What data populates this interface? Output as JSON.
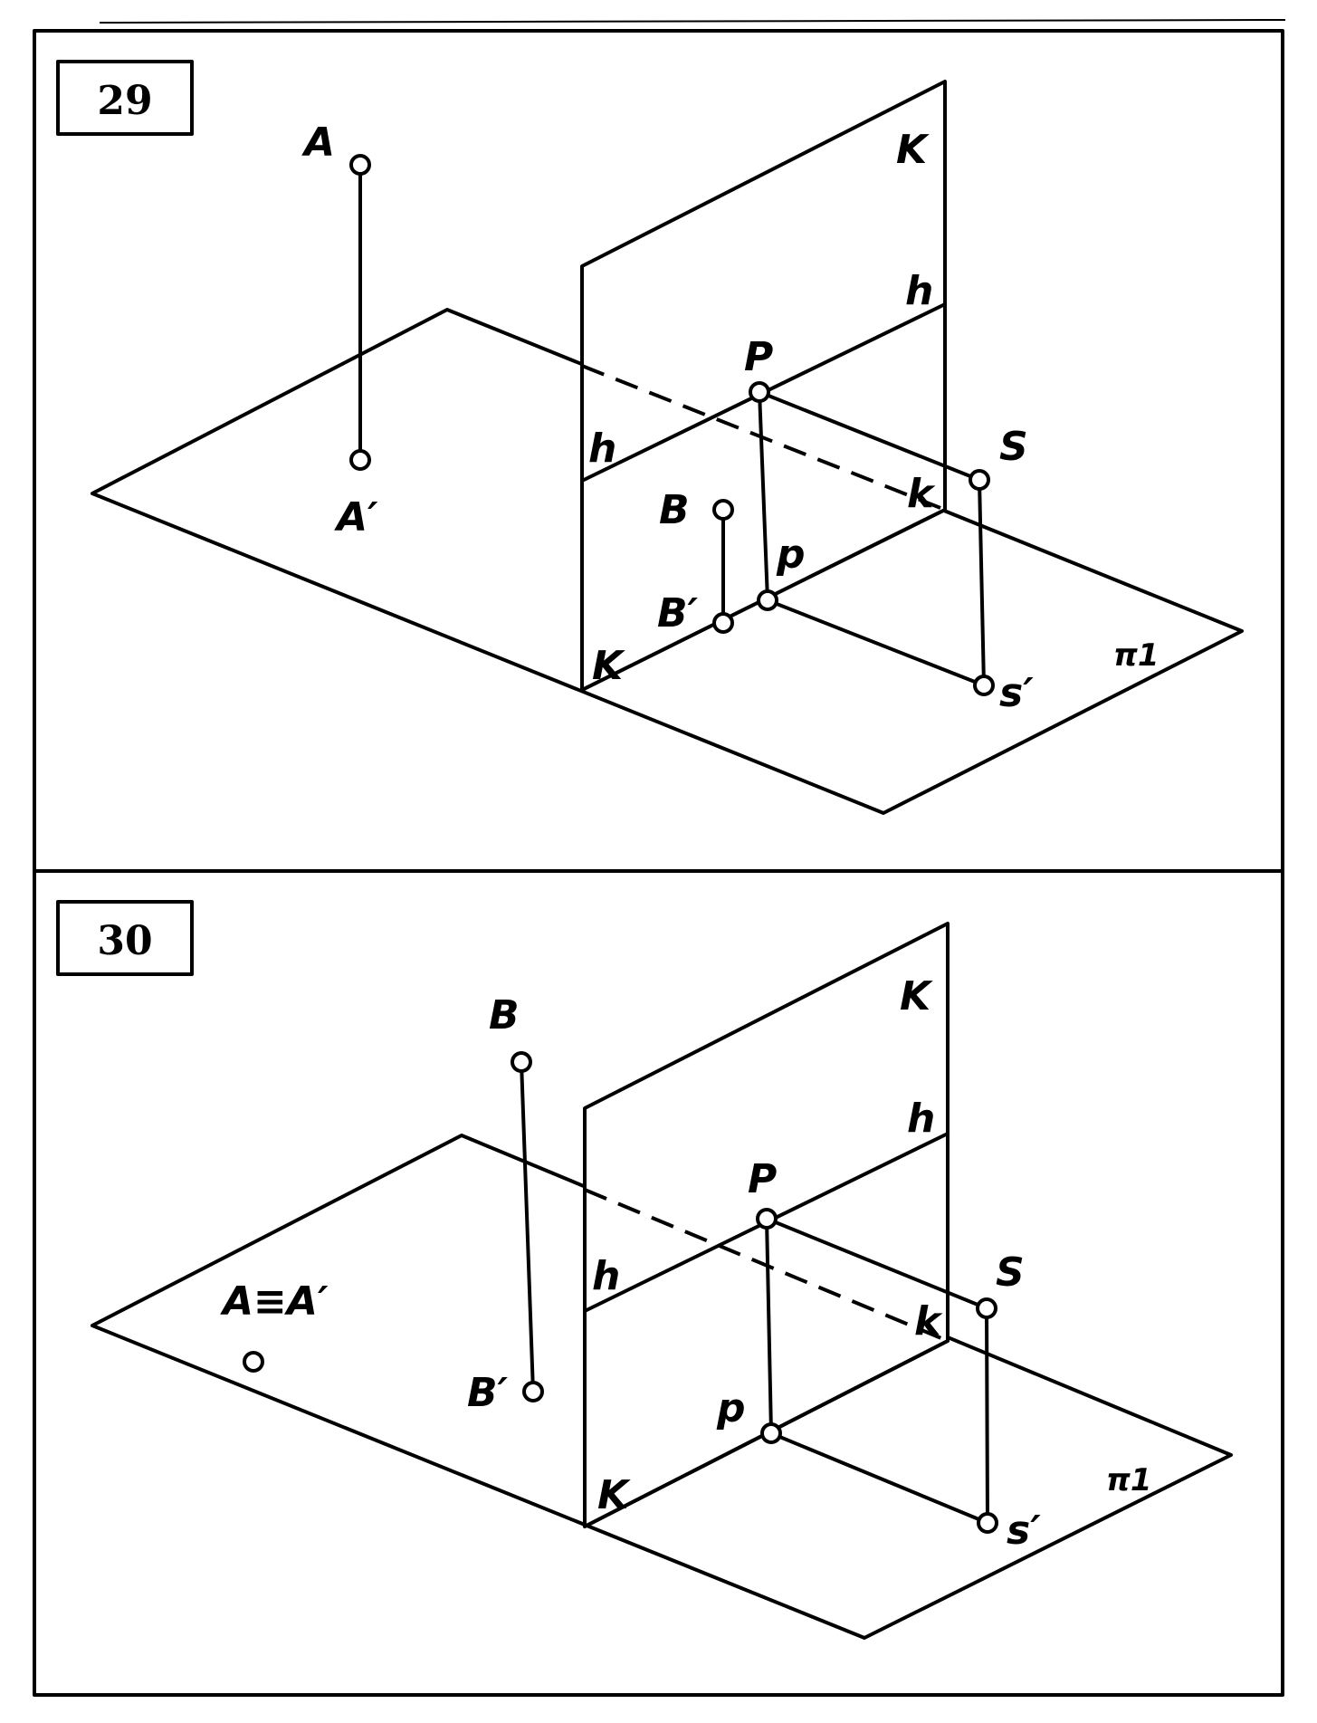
{
  "figures": [
    {
      "number": "29",
      "labels": {
        "A": "A",
        "A_prime": "A′",
        "B": "B",
        "B_prime": "B′",
        "P": "P",
        "p": "p",
        "S": "S",
        "s_prime": "s′",
        "K_top": "K",
        "K_bottom": "K",
        "k": "k",
        "h_right": "h",
        "h_left": "h",
        "plane": "π1"
      }
    },
    {
      "number": "30",
      "labels": {
        "A_eq": "A≡A′",
        "B": "B",
        "B_prime": "B′",
        "P": "P",
        "p": "p",
        "S": "S",
        "s_prime": "s′",
        "K_top": "K",
        "K_bottom": "K",
        "k": "k",
        "h_right": "h",
        "h_left": "h",
        "plane": "π1"
      }
    }
  ]
}
